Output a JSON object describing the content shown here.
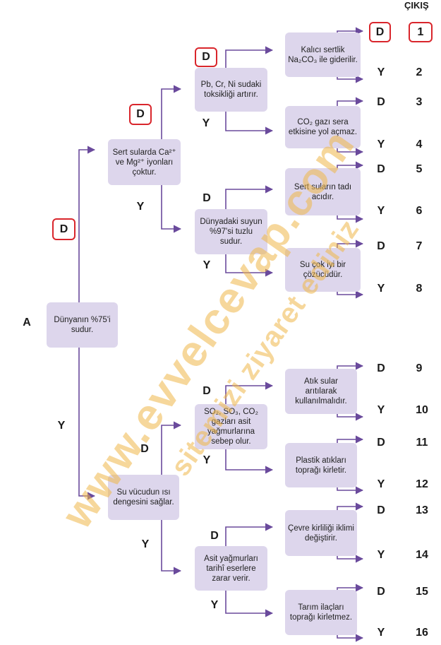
{
  "header": {
    "output_label": "ÇIKIŞ"
  },
  "root": {
    "label": "A",
    "text": "Dünyanın %75'i sudur."
  },
  "branch_labels": {
    "D": "D",
    "Y": "Y"
  },
  "boxes": {
    "ca_mg": "Sert sularda Ca²⁺ ve Mg²⁺ iyonları çoktur.",
    "pb_cr_ni": "Pb, Cr, Ni sudaki toksikliği artırır.",
    "salty_97": "Dünyadaki suyun %97'si tuzlu sudur.",
    "hardness": "Kalıcı sertlik Na₂CO₃ ile giderilir.",
    "co2": "CO₂ gazı sera etkisine yol açmaz.",
    "hard_taste": "Sert suların tadı acıdır.",
    "solvent": "Su çok iyi bir çözücüdür.",
    "body_heat": "Su vücudun ısı dengesini sağlar.",
    "acid_gases": "SO₂, SO₃, CO₂ gazları asit yağmurlarına sebep olur.",
    "acid_rain_art": "Asit yağmurları tarihî eserlere zarar verir.",
    "waste_water": "Atık sular arıtılarak kullanılmalıdır.",
    "plastic": "Plastik atıkları toprağı kirletir.",
    "pollution": "Çevre kirliliği iklimi değiştirir.",
    "pesticide": "Tarım ilaçları toprağı kirletmez."
  },
  "outputs": [
    "1",
    "2",
    "3",
    "4",
    "5",
    "6",
    "7",
    "8",
    "9",
    "10",
    "11",
    "12",
    "13",
    "14",
    "15",
    "16"
  ],
  "selected_output": "1",
  "watermark": {
    "main": "www.evvelcevap.com",
    "sub": "sitemizi ziyaret ediniz"
  },
  "colors": {
    "box": "#ddd6ec",
    "line": "#6a4a9c",
    "highlight": "#d9262c",
    "watermark": "#f0b84a"
  }
}
